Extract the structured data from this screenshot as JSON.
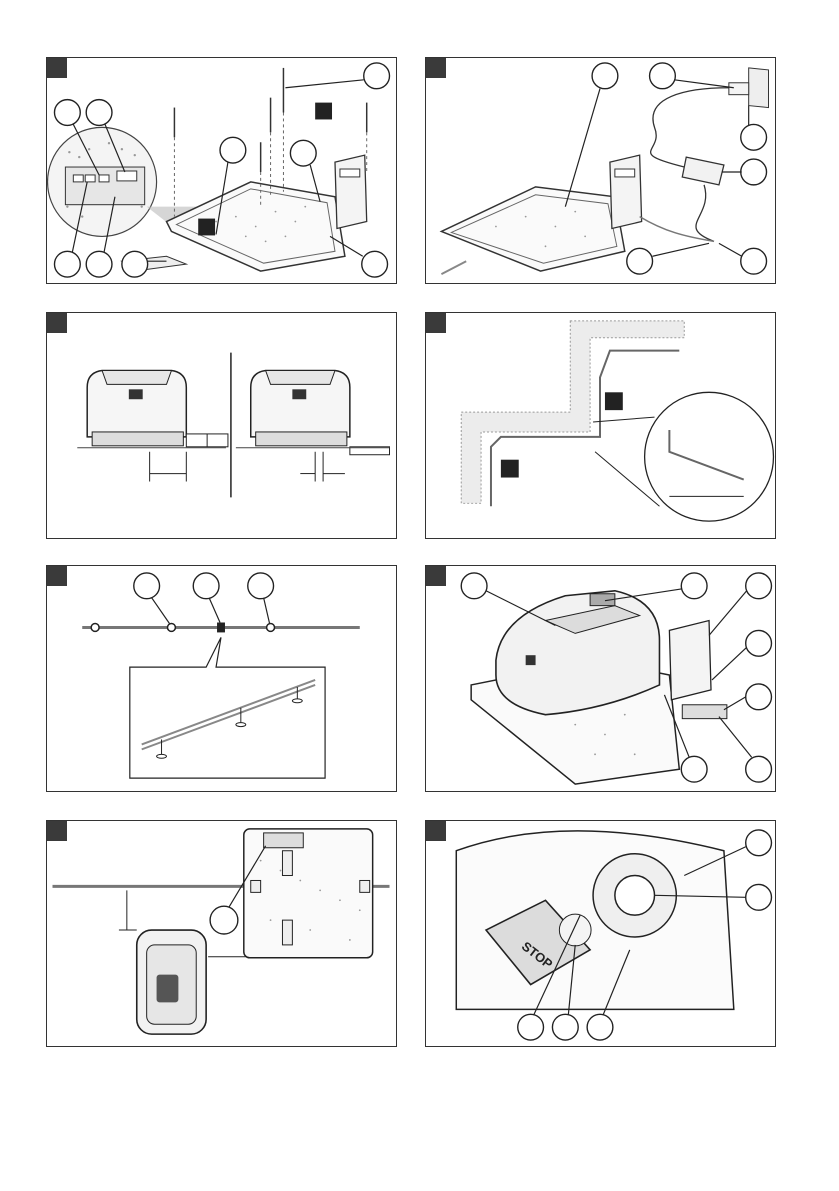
{
  "page": {
    "background": "#ffffff",
    "line_color": "#222222"
  },
  "panels": [
    {
      "id": "fig-1",
      "callouts": 10
    },
    {
      "id": "fig-2",
      "callouts": 7
    },
    {
      "id": "fig-3",
      "callouts": 0
    },
    {
      "id": "fig-4",
      "callouts": 0
    },
    {
      "id": "fig-5",
      "callouts": 3
    },
    {
      "id": "fig-6",
      "callouts": 7
    },
    {
      "id": "fig-7",
      "callouts": 1
    },
    {
      "id": "fig-8",
      "callouts": 5
    }
  ],
  "stop_button": {
    "label": "STOP"
  }
}
